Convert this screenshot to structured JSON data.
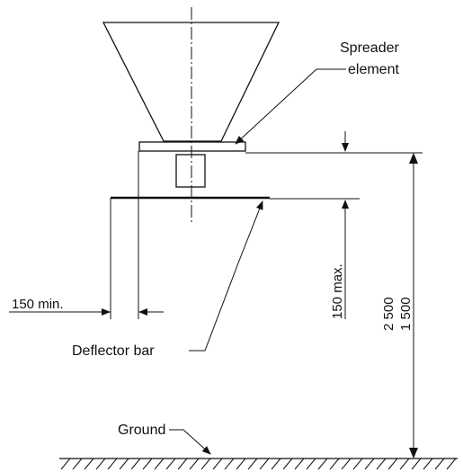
{
  "labels": {
    "spreader_line1": "Spreader",
    "spreader_line2": "element",
    "deflector_bar": "Deflector bar",
    "ground": "Ground",
    "min_clearance": "150 min.",
    "max_gap": "150 max.",
    "height_upper": "2 500",
    "height_lower": "1 500"
  }
}
